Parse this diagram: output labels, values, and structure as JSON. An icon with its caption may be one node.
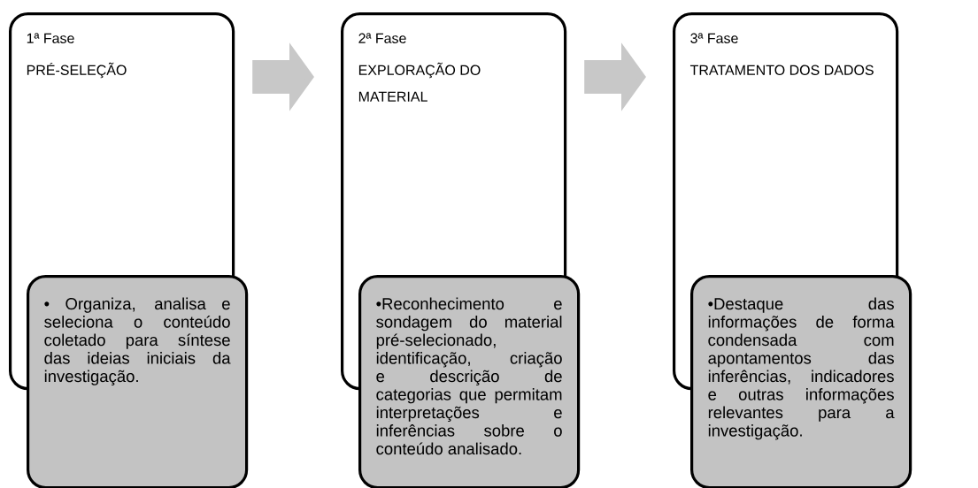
{
  "diagram": {
    "nodes": [
      {
        "text": [
          "1ª Fase",
          "PRÉ-SELEÇÃO"
        ]
      },
      {
        "text": [
          "• Organiza, analisa e seleciona o conteúdo coletado para síntese das ideias iniciais da investigação."
        ]
      },
      {
        "text": [
          "2ª Fase",
          "EXPLORAÇÃO DO MATERIAL"
        ]
      },
      {
        "text": [
          "•Reconhecimento e sondagem do material pré-selecionado, identificação, criação e descrição de categorias que permitam interpretações e inferências sobre o conteúdo analisado."
        ]
      },
      {
        "text": [
          "3ª Fase",
          "TRATAMENTO DOS DADOS"
        ]
      },
      {
        "text": [
          "•Destaque das informações de forma condensada com apontamentos das inferências, indicadores e outras informações relevantes para a investigação."
        ]
      }
    ],
    "edges": [
      {
        "from": 0,
        "to": 2,
        "arrow": "to"
      },
      {
        "from": 2,
        "to": 4,
        "arrow": "to"
      }
    ]
  }
}
